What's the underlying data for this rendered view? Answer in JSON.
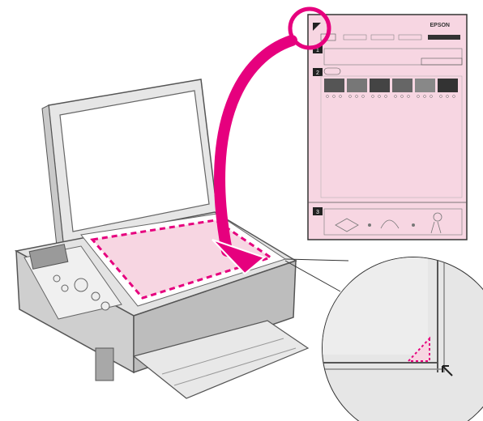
{
  "index_sheet": {
    "brand": "EPSON",
    "section_numbers": [
      "1",
      "2",
      "3"
    ],
    "photo_count": 6
  },
  "colors": {
    "accent_magenta": "#e6007e",
    "sheet_pink": "#f7d6e2",
    "sheet_border": "#333333",
    "printer_gray": "#dcdcdc"
  }
}
